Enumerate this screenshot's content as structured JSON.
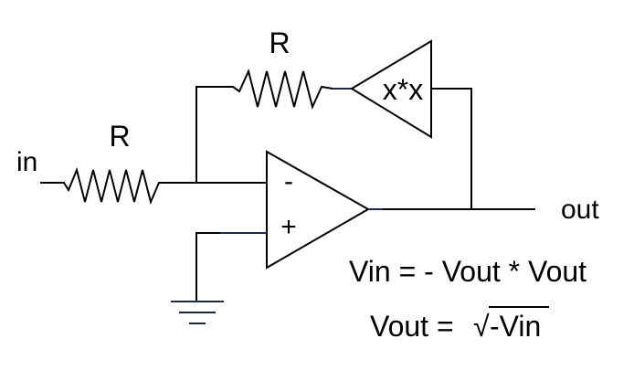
{
  "labels": {
    "input": "in",
    "output": "out",
    "resistor_feedback": "R",
    "resistor_input": "R",
    "multiplier": "x*x",
    "opamp_minus": "-",
    "opamp_plus": "+"
  },
  "equations": {
    "eq1": "Vin = - Vout * Vout",
    "eq2_prefix": "Vout = ",
    "eq2_radical": "√",
    "eq2_radicand": "-Vin"
  }
}
